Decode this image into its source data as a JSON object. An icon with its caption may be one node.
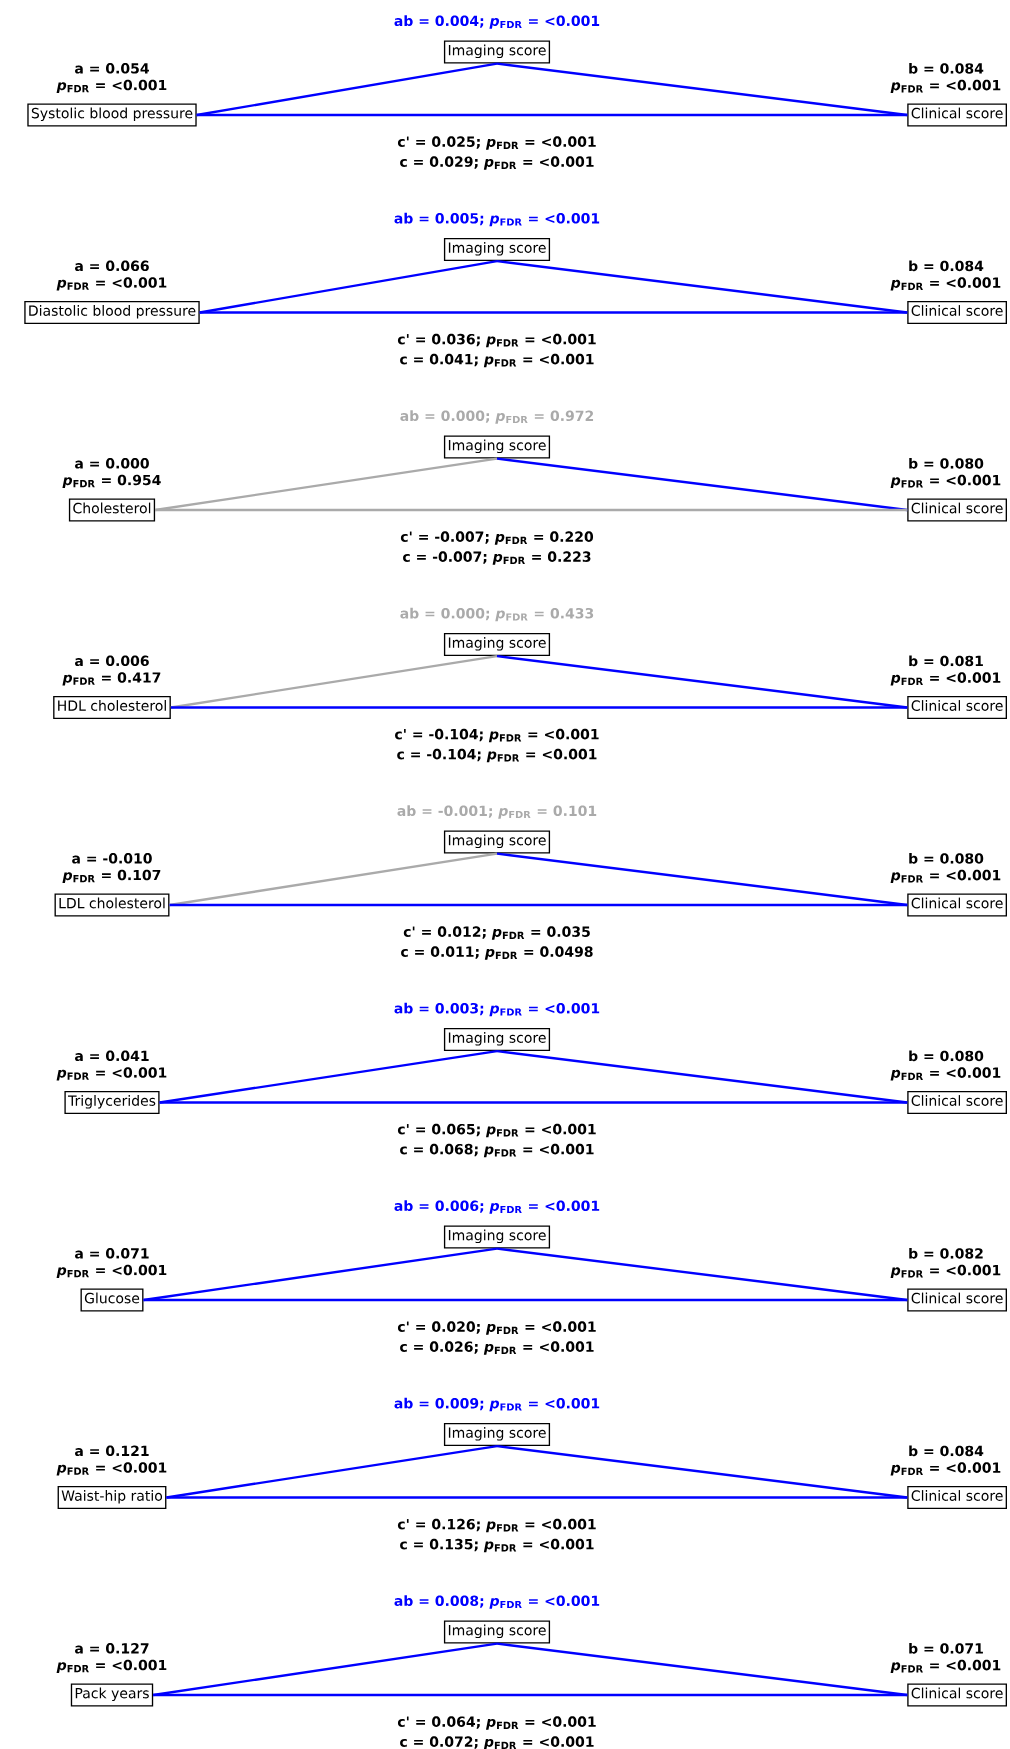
{
  "diagram": {
    "nodes": [
      {
        "text": [
          "Systolic blood pressure"
        ]
      },
      {
        "text": [
          "Imaging score"
        ]
      },
      {
        "text": [
          "Clinical score"
        ]
      },
      {
        "text": [
          "Diastolic blood pressure"
        ]
      },
      {
        "text": [
          "Imaging score"
        ]
      },
      {
        "text": [
          "Clinical score"
        ]
      },
      {
        "text": [
          "Cholesterol"
        ]
      },
      {
        "text": [
          "Imaging score"
        ]
      },
      {
        "text": [
          "Clinical score"
        ]
      },
      {
        "text": [
          "HDL cholesterol"
        ]
      },
      {
        "text": [
          "Imaging score"
        ]
      },
      {
        "text": [
          "Clinical score"
        ]
      },
      {
        "text": [
          "LDL cholesterol"
        ]
      },
      {
        "text": [
          "Imaging score"
        ]
      },
      {
        "text": [
          "Clinical score"
        ]
      },
      {
        "text": [
          "Triglycerides"
        ]
      },
      {
        "text": [
          "Imaging score"
        ]
      },
      {
        "text": [
          "Clinical score"
        ]
      },
      {
        "text": [
          "Glucose"
        ]
      },
      {
        "text": [
          "Imaging score"
        ]
      },
      {
        "text": [
          "Clinical score"
        ]
      },
      {
        "text": [
          "Waist-hip ratio"
        ]
      },
      {
        "text": [
          "Imaging score"
        ]
      },
      {
        "text": [
          "Clinical score"
        ]
      },
      {
        "text": [
          "Pack years"
        ]
      },
      {
        "text": [
          "Imaging score"
        ]
      },
      {
        "text": [
          "Clinical score"
        ]
      }
    ],
    "edges": [
      {
        "from": 0,
        "to": 1,
        "arrow": "none",
        "label": "a = 0.054 *p*$_{FDR}$ = <0.001"
      },
      {
        "from": 1,
        "to": 2,
        "arrow": "none",
        "label": "b = 0.084 *p*$_{FDR}$ = <0.001"
      },
      {
        "from": 0,
        "to": 2,
        "arrow": "none",
        "label": "c' = 0.025; *p*$_{FDR}$ = <0.001"
      },
      {
        "from": 3,
        "to": 4,
        "arrow": "none",
        "label": "a = 0.066 *p*$_{FDR}$ = <0.001"
      },
      {
        "from": 4,
        "to": 5,
        "arrow": "none",
        "label": "b = 0.084 *p*$_{FDR}$ = <0.001"
      },
      {
        "from": 3,
        "to": 5,
        "arrow": "none",
        "label": "c' = 0.036; *p*$_{FDR}$ = <0.001"
      },
      {
        "from": 6,
        "to": 7,
        "arrow": "none",
        "label": "a = 0.000 *p*$_{FDR}$ = 0.954",
        "color": "#aaaaaa"
      },
      {
        "from": 7,
        "to": 8,
        "arrow": "none",
        "label": "b = 0.080 *p*$_{FDR}$ = <0.001"
      },
      {
        "from": 6,
        "to": 8,
        "arrow": "none",
        "label": "c' = -0.007; *p*$_{FDR}$ = 0.220",
        "color": "#aaaaaa"
      },
      {
        "from": 9,
        "to": 10,
        "arrow": "none",
        "label": "a = 0.006 *p*$_{FDR}$ = 0.417",
        "color": "#aaaaaa"
      },
      {
        "from": 10,
        "to": 11,
        "arrow": "none",
        "label": "b = 0.081 *p*$_{FDR}$ = <0.001"
      },
      {
        "from": 9,
        "to": 11,
        "arrow": "none",
        "label": "c' = -0.104; *p*$_{FDR}$ = <0.001"
      },
      {
        "from": 12,
        "to": 13,
        "arrow": "none",
        "label": "a = -0.010 *p*$_{FDR}$ = 0.107",
        "color": "#aaaaaa"
      },
      {
        "from": 13,
        "to": 14,
        "arrow": "none",
        "label": "b = 0.080 *p*$_{FDR}$ = <0.001"
      },
      {
        "from": 12,
        "to": 14,
        "arrow": "none",
        "label": "c' = 0.012; *p*$_{FDR}$ = 0.035"
      },
      {
        "from": 15,
        "to": 16,
        "arrow": "none",
        "label": "a = 0.041 *p*$_{FDR}$ = <0.001"
      },
      {
        "from": 16,
        "to": 17,
        "arrow": "none",
        "label": "b = 0.080 *p*$_{FDR}$ = <0.001"
      },
      {
        "from": 15,
        "to": 17,
        "arrow": "none",
        "label": "c' = 0.065; *p*$_{FDR}$ = <0.001"
      },
      {
        "from": 18,
        "to": 19,
        "arrow": "none",
        "label": "a = 0.071 *p*$_{FDR}$ = <0.001"
      },
      {
        "from": 19,
        "to": 20,
        "arrow": "none",
        "label": "b = 0.082 *p*$_{FDR}$ = <0.001"
      },
      {
        "from": 18,
        "to": 20,
        "arrow": "none",
        "label": "c' = 0.020; *p*$_{FDR}$ = <0.001"
      },
      {
        "from": 21,
        "to": 22,
        "arrow": "none",
        "label": "a = 0.121 *p*$_{FDR}$ = <0.001"
      },
      {
        "from": 22,
        "to": 23,
        "arrow": "none",
        "label": "b = 0.084 *p*$_{FDR}$ = <0.001"
      },
      {
        "from": 21,
        "to": 23,
        "arrow": "none",
        "label": "c' = 0.126; *p*$_{FDR}$ = <0.001"
      },
      {
        "from": 24,
        "to": 25,
        "arrow": "none",
        "label": "a = 0.127 *p*$_{FDR}$ = <0.001"
      },
      {
        "from": 25,
        "to": 26,
        "arrow": "none",
        "label": "b = 0.071 *p*$_{FDR}$ = <0.001"
      },
      {
        "from": 24,
        "to": 26,
        "arrow": "none",
        "label": "c' = 0.064; *p*$_{FDR}$ = <0.001"
      }
    ],
    "labels": [
      "ab = 0.004; *p*$_{FDR}$ = <0.001",
      "c = 0.029; *p*$_{FDR}$ = <0.001",
      "ab = 0.005; *p*$_{FDR}$ = <0.001",
      "c = 0.041; *p*$_{FDR}$ = <0.001",
      "ab = 0.000; *p*$_{FDR}$ = 0.972",
      "c = -0.007; *p*$_{FDR}$ = 0.223",
      "ab = 0.000; *p*$_{FDR}$ = 0.433",
      "c = -0.104; *p*$_{FDR}$ = <0.001",
      "ab = -0.001; *p*$_{FDR}$ = 0.101",
      "c = 0.011; *p*$_{FDR}$ = 0.0498",
      "ab = 0.003; *p*$_{FDR}$ = <0.001",
      "c = 0.068; *p*$_{FDR}$ = <0.001",
      "ab = 0.006; *p*$_{FDR}$ = <0.001",
      "c = 0.026; *p*$_{FDR}$ = <0.001",
      "ab = 0.009; *p*$_{FDR}$ = <0.001",
      "c = 0.135; *p*$_{FDR}$ = <0.001",
      "ab = 0.008; *p*$_{FDR}$ = <0.001",
      "c = 0.072; *p*$_{FDR}$ = <0.001"
    ]
  }
}
